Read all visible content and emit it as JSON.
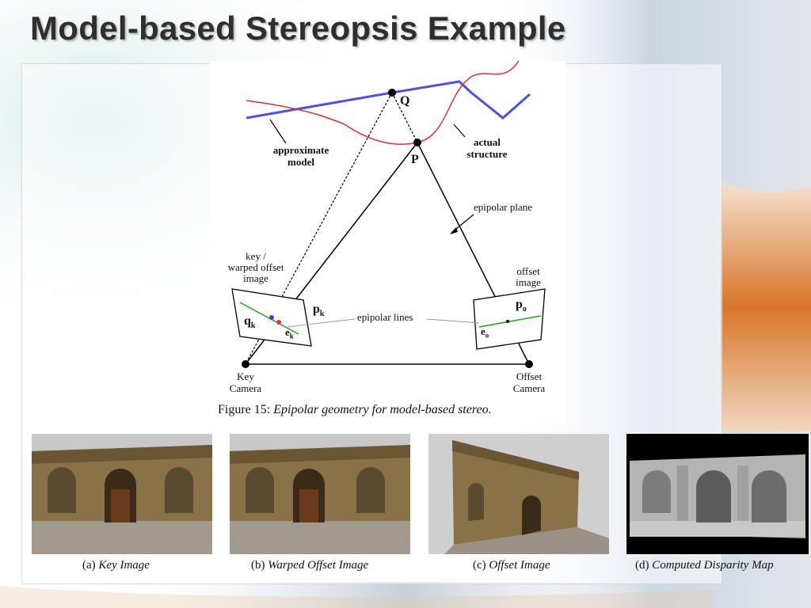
{
  "slide": {
    "title": "Model-based Stereopsis Example"
  },
  "figure": {
    "point_q": "Q",
    "point_p": "P",
    "approximate_model": [
      "approximate",
      "model"
    ],
    "actual_structure": [
      "actual",
      "structure"
    ],
    "epipolar_plane": "epipolar plane",
    "key_image": [
      "key /",
      "warped offset",
      "image"
    ],
    "offset_image": [
      "offset",
      "image"
    ],
    "p_k": {
      "base": "p",
      "sub": "k"
    },
    "q_k": {
      "base": "q",
      "sub": "k"
    },
    "e_k": {
      "base": "e",
      "sub": "k"
    },
    "p_o": {
      "base": "p",
      "sub": "o"
    },
    "e_o": {
      "base": "e",
      "sub": "o"
    },
    "epipolar_lines": "epipolar lines",
    "key_camera": [
      "Key",
      "Camera"
    ],
    "offset_camera": [
      "Offset",
      "Camera"
    ],
    "caption_prefix": "Figure 15: ",
    "caption_text": "Epipolar geometry for model-based stereo."
  },
  "photos": [
    {
      "prefix": "(a) ",
      "label": "Key Image"
    },
    {
      "prefix": "(b) ",
      "label": "Warped Offset Image"
    },
    {
      "prefix": "(c) ",
      "label": "Offset Image"
    },
    {
      "prefix": "(d) ",
      "label": "Computed Disparity Map"
    }
  ],
  "colors": {
    "model_line": "#5050e0",
    "structure_line": "#e03030",
    "epipolar_green": "#20a020"
  }
}
